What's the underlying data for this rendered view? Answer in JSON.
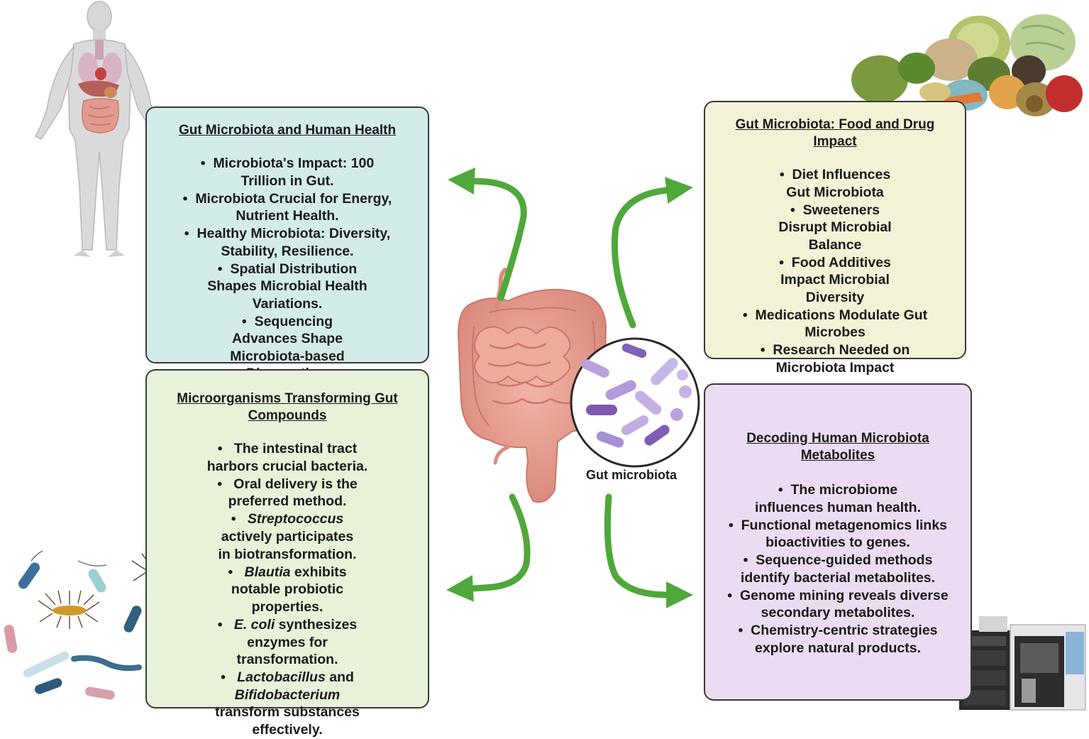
{
  "panels": {
    "health": {
      "title": "Gut Microbiota and Human Health",
      "items": [
        "Microbiota's Impact: 100 Trillion in Gut.",
        "Microbiota Crucial for Energy, Nutrient Health.",
        "Healthy Microbiota: Diversity, Stability, Resilience.",
        "Spatial Distribution Shapes Microbial Health Variations.",
        "Sequencing Advances Shape Microbiota-based Diagnostics."
      ]
    },
    "food": {
      "title": "Gut Microbiota: Food and Drug Impact",
      "items": [
        "Diet Influences Gut Microbiota",
        "Sweeteners Disrupt Microbial Balance",
        "Food Additives Impact Microbial Diversity",
        "Medications Modulate Gut Microbes",
        "Research Needed on Microbiota Impact"
      ]
    },
    "transform": {
      "title": "Microorganisms Transforming Gut Compounds",
      "items": [
        {
          "text": "The intestinal tract harbors crucial bacteria."
        },
        {
          "text": "Oral delivery is the preferred method."
        },
        {
          "em": "Streptococcus",
          "text": " actively participates in biotransformation."
        },
        {
          "em": "Blautia",
          "text": " exhibits notable probiotic properties."
        },
        {
          "em": "E. coli",
          "text": " synthesizes enzymes for transformation."
        },
        {
          "em": "Lactobacillus",
          "mid": " and ",
          "em2": "Bifidobacterium",
          "text": " transform substances effectively."
        }
      ]
    },
    "decode": {
      "title": "Decoding Human Microbiota Metabolites",
      "items": [
        "The microbiome influences human health.",
        "Functional metagenomics links bioactivities to genes.",
        "Sequence-guided methods identify bacterial metabolites.",
        "Genome mining reveals diverse secondary metabolites.",
        "Chemistry-centric strategies explore natural products."
      ]
    }
  },
  "center_label": "Gut microbiota",
  "colors": {
    "health_bg": "#d3ecea",
    "food_bg": "#f3f2d6",
    "transform_bg": "#e8f2d8",
    "decode_bg": "#ecdcf2",
    "arrow": "#4fa83a",
    "intestine": "#e8a091",
    "bacteria_purple": "#9a7bc7"
  },
  "icons": [
    "human-body-icon",
    "food-icon",
    "intestine-icon",
    "microbe-circle-icon",
    "bacteria-cluster-icon",
    "lab-instrument-icon",
    "arrow-icon"
  ]
}
